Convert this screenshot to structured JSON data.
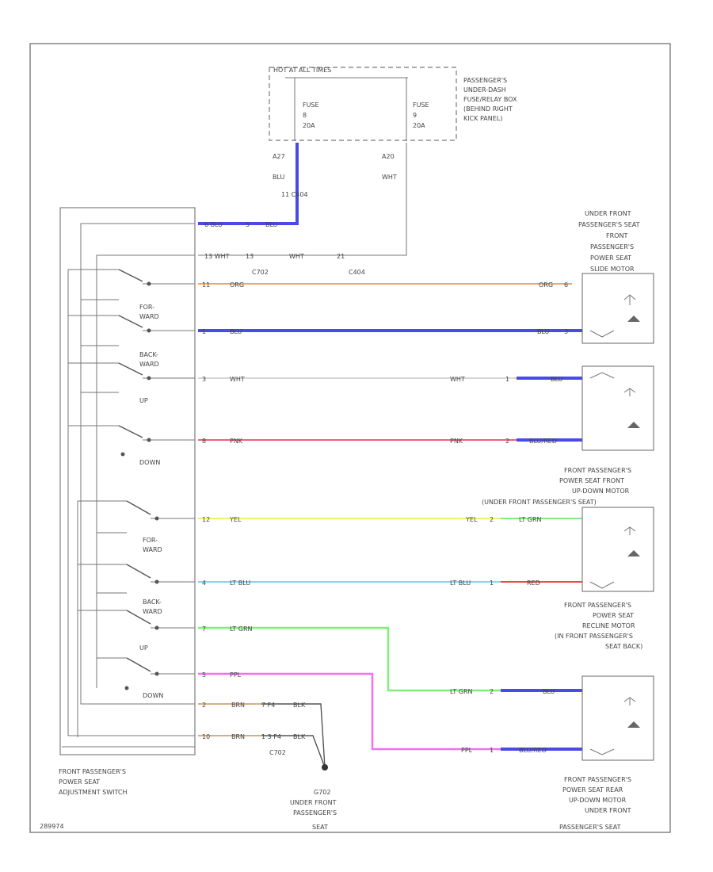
{
  "colors": {
    "org": "#f4a460",
    "blu": "#4a4ae8",
    "wht": "#d6d6d6",
    "pnk": "#f0607a",
    "yel": "#f2f26a",
    "ltblu": "#6fe0f0",
    "ltgrn": "#80ef7a",
    "ppl": "#f070f0",
    "brn": "#d8b080",
    "red": "#f04848",
    "line": "#555555"
  },
  "labels": {
    "hot_at_all_times": "HOT AT ALL TIMES",
    "fuse_a_name": "FUSE",
    "fuse_a_num": "8",
    "fuse_a_amp": "20A",
    "fuse_b_name": "FUSE",
    "fuse_b_num": "9",
    "fuse_b_amp": "20A",
    "fuse_box": [
      "PASSENGER'S",
      "UNDER-DASH",
      "FUSE/RELAY BOX",
      "(BEHIND RIGHT",
      "KICK PANEL)"
    ],
    "w_a_pin": "A27",
    "w_a_color": "BLU",
    "w_a_conn": "11 C404",
    "w_b_pin": "A20",
    "w_b_color": "WHT",
    "pin_top_a": "6 BLU",
    "pin_top_a2": "BLU",
    "pin_top_a_c": "5",
    "pin_top_b": "13 WHT",
    "pin_top_b_c": "13",
    "pin_top_b2": "WHT",
    "pin_top_b3": "21",
    "c702_top": "C702",
    "c404_top": "C404",
    "motor1_desc": [
      "UNDER FRONT",
      "PASSENGER'S SEAT",
      "FRONT",
      "PASSENGER'S",
      "POWER SEAT"
    ],
    "motor1_name": "SLIDE MOTOR",
    "motor2_desc": [
      "FRONT PASSENGER'S",
      "POWER SEAT FRONT",
      "UP-DOWN MOTOR",
      "(UNDER FRONT PASSENGER'S SEAT)"
    ],
    "motor3_desc": [
      "FRONT PASSENGER'S",
      "POWER SEAT",
      "RECLINE MOTOR",
      "(IN FRONT PASSENGER'S",
      "SEAT BACK)"
    ],
    "motor4_desc": [
      "FRONT PASSENGER'S",
      "POWER SEAT REAR",
      "UP-DOWN MOTOR",
      "UNDER FRONT",
      "PASSENGER'S SEAT"
    ],
    "sw_for": "FOR-",
    "sw_ward": "WARD",
    "sw_back": "BACK-",
    "sw_up": "UP",
    "sw_down": "DOWN",
    "switch_desc": [
      "FRONT PASSENGER'S",
      "POWER SEAT",
      "ADJUSTMENT SWITCH"
    ],
    "ground_conn": "C702",
    "ground_desc": [
      "G702",
      "UNDER FRONT",
      "PASSENGER'S",
      "SEAT"
    ],
    "c702_bottom": "C702",
    "footer_id": "289974",
    "wires": [
      {
        "pin": "11",
        "color": "ORG",
        "end_color": "ORG",
        "end_pin": "6"
      },
      {
        "pin": "1",
        "color": "BLU",
        "end_color": "BLU",
        "end_pin": "3"
      },
      {
        "pin": "3",
        "color": "WHT",
        "end_color": "WHT",
        "end_pin": "1",
        "after": "BLU"
      },
      {
        "pin": "8",
        "color": "PNK",
        "end_color": "PNK",
        "end_pin": "2",
        "after": "BLU/RED"
      },
      {
        "pin": "12",
        "color": "YEL",
        "end_color": "YEL",
        "end_pin": "2",
        "after": "LT GRN"
      },
      {
        "pin": "4",
        "color": "LT BLU",
        "end_color": "LT BLU",
        "end_pin": "1",
        "after": "RED"
      },
      {
        "pin": "7",
        "color": "LT GRN",
        "end_color": "LT GRN",
        "end_pin": "2",
        "after": "BLU"
      },
      {
        "pin": "5",
        "color": "PPL",
        "end_color": "PPL",
        "end_pin": "1",
        "after": "BLU/RED"
      },
      {
        "pin": "2",
        "color": "BRN",
        "mid_pin": "7 F4",
        "after": "BLK"
      },
      {
        "pin": "10",
        "color": "BRN",
        "mid_pin": "1 3 F4",
        "after": "BLK"
      }
    ]
  }
}
